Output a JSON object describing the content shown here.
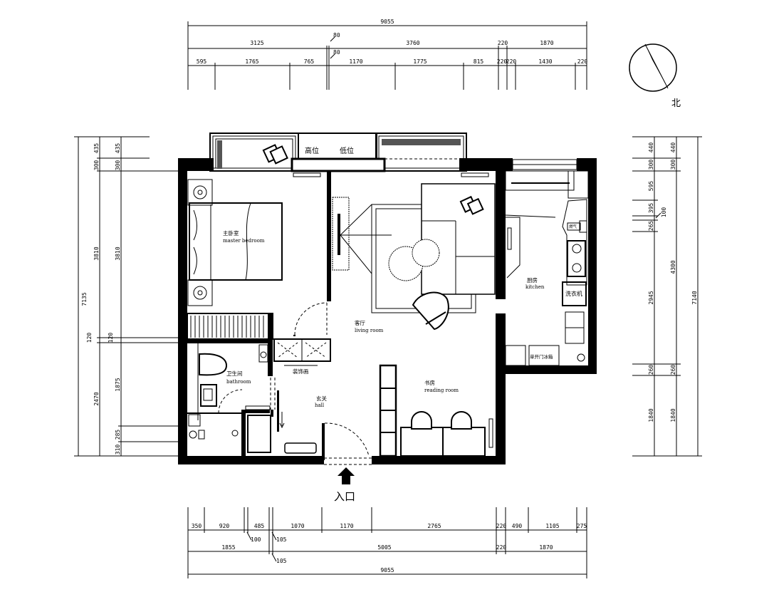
{
  "dims": {
    "top": {
      "total": "9055",
      "row2": [
        "3125",
        "80",
        "3760",
        "220",
        "1870"
      ],
      "row3": [
        "595",
        "1765",
        "765",
        "80",
        "1170",
        "1775",
        "815",
        "220",
        "220",
        "1430",
        "220"
      ]
    },
    "left": {
      "total": "7135",
      "middle": [
        "435",
        "300",
        "3810",
        "120",
        "2470"
      ],
      "inner": [
        "435",
        "300",
        "3810",
        "120",
        "1875",
        "285",
        "310"
      ]
    },
    "right": {
      "total": "7140",
      "middle": [
        "440",
        "300",
        "4300",
        "260",
        "1840"
      ],
      "inner": [
        "440",
        "300",
        "595",
        "395",
        "100",
        "265",
        "2945",
        "260",
        "1840"
      ]
    },
    "bottom": {
      "row1": [
        "350",
        "920",
        "100",
        "485",
        "105",
        "1070",
        "1170",
        "2765",
        "220",
        "490",
        "1105",
        "275"
      ],
      "row2": [
        "1855",
        "105",
        "5005",
        "220",
        "1870"
      ],
      "total": "9055"
    }
  },
  "rooms": {
    "master_bedroom": {
      "cn": "主卧室",
      "en": "master bedroom"
    },
    "living_room": {
      "cn": "客厅",
      "en": "living room"
    },
    "kitchen": {
      "cn": "厨房",
      "en": "kitchen"
    },
    "bathroom": {
      "cn": "卫生间",
      "en": "bathroom"
    },
    "hall": {
      "cn": "玄关",
      "en": "hall"
    },
    "reading_room": {
      "cn": "书房",
      "en": "reading room"
    }
  },
  "labels": {
    "high_level": "高位",
    "low_level": "低位",
    "gas": "燃气",
    "washing_machine": "洗衣机",
    "fridge": "单开门冰箱",
    "decor_painting": "装饰画",
    "entrance": "入口",
    "north": "北"
  }
}
